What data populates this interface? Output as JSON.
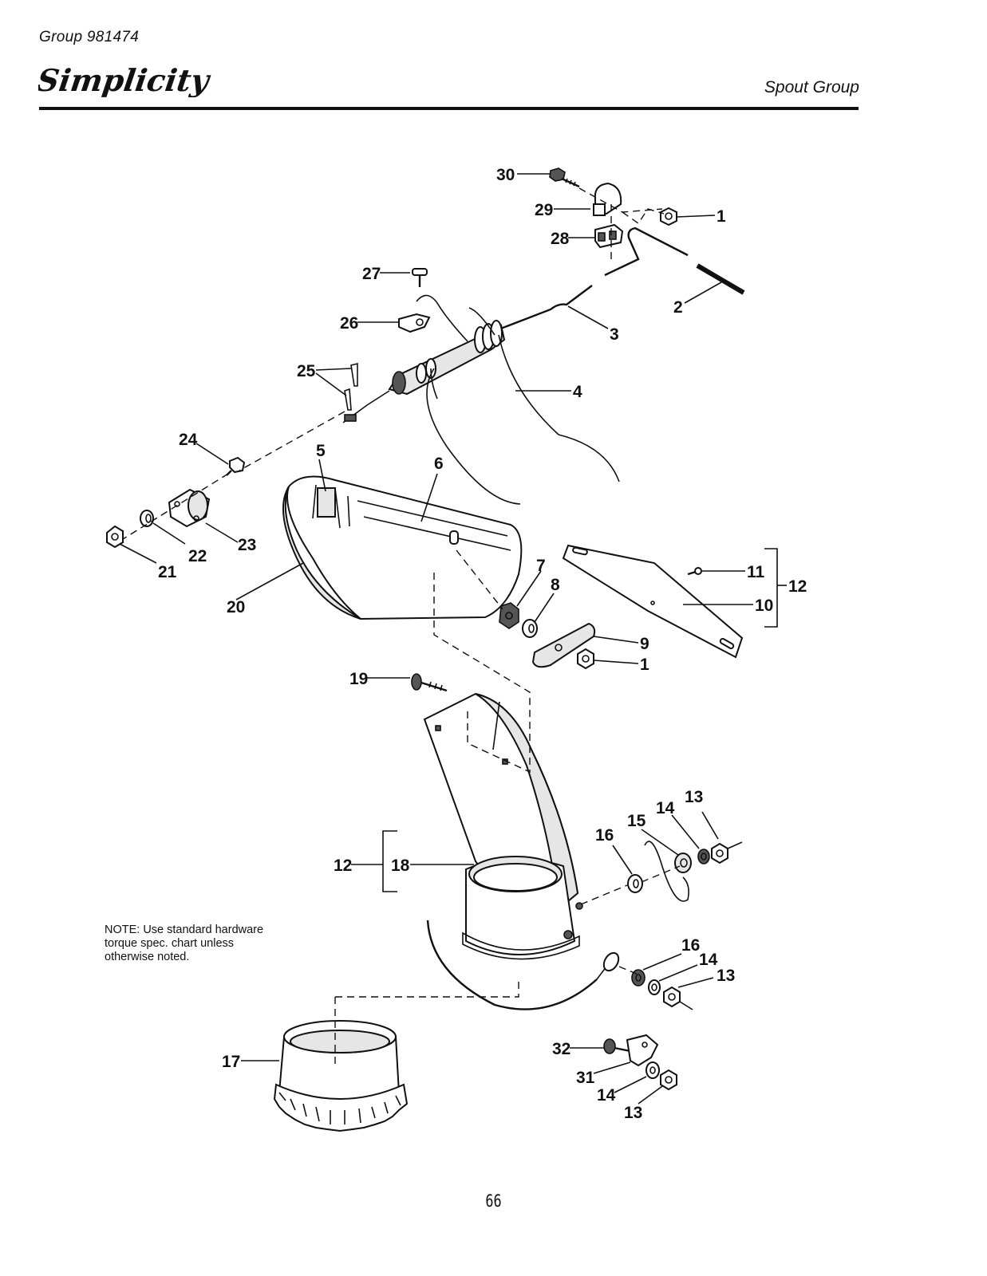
{
  "header": {
    "group": "Group 981474",
    "brand": "Simplicity",
    "section": "Spout Group"
  },
  "note": "NOTE: Use standard hardware\ntorque spec. chart unless\notherwise noted.",
  "page_number": "66",
  "callouts": {
    "c30": "30",
    "c29": "29",
    "c28": "28",
    "c1a": "1",
    "c2": "2",
    "c3": "3",
    "c27": "27",
    "c26": "26",
    "c4": "4",
    "c25": "25",
    "c24": "24",
    "c5": "5",
    "c6": "6",
    "c23": "23",
    "c22": "22",
    "c21": "21",
    "c20": "20",
    "c7": "7",
    "c8": "8",
    "c9": "9",
    "c1b": "1",
    "c11": "11",
    "c12a": "12",
    "c10": "10",
    "c19": "19",
    "c13a": "13",
    "c14a": "14",
    "c15": "15",
    "c16a": "16",
    "c12b": "12",
    "c18": "18",
    "c16b": "16",
    "c14b": "14",
    "c13b": "13",
    "c17": "17",
    "c32": "32",
    "c31": "31",
    "c14c": "14",
    "c13c": "13"
  }
}
